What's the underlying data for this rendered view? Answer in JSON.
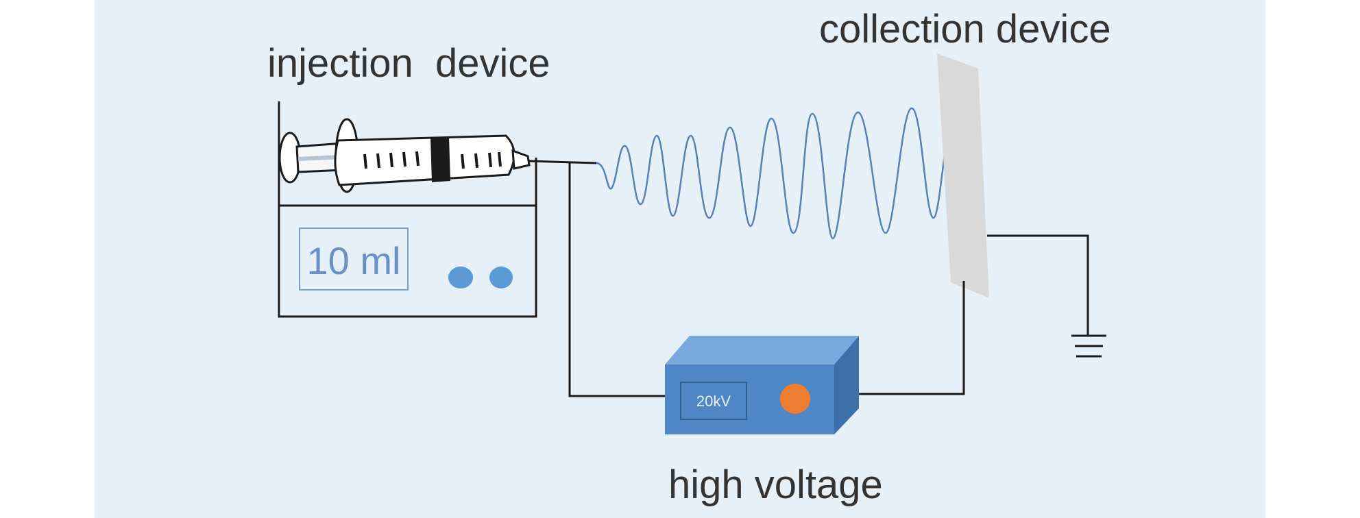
{
  "labels": {
    "injection": "injection  device",
    "collection": "collection device",
    "high_voltage": "high voltage",
    "pump_display": "10 ml",
    "hv_display": "20kV"
  },
  "colors": {
    "panel_bg": "#e6f0f9",
    "wire": "#1a1a1a",
    "pump_display_text": "#6a8fc4",
    "pump_button": "#5b9bd5",
    "hv_front": "#4f86c6",
    "hv_top": "#77a9dd",
    "hv_side": "#3d6fa8",
    "hv_knob": "#ed7d31",
    "collector": "#d9d9d9",
    "jet": "#5a7fb4"
  },
  "icons": [
    "syringe-icon",
    "ground-symbol-icon"
  ]
}
